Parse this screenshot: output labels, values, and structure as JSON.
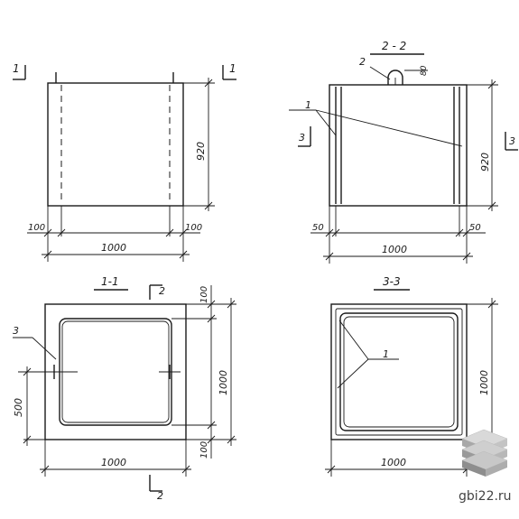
{
  "views": {
    "front": {
      "section_mark_left": "1",
      "section_mark_right": "1",
      "dim_height": "920",
      "dim_left_offset": "100",
      "dim_right_offset": "100",
      "dim_width": "1000"
    },
    "section_2_2": {
      "title": "2 - 2",
      "callout_2": "2",
      "dim_hook": "80",
      "callout_1": "1",
      "section_mark_left": "3",
      "section_mark_right": "3",
      "dim_height": "920",
      "dim_left_offset": "50",
      "dim_right_offset": "50",
      "dim_width": "1000"
    },
    "section_1_1": {
      "title": "1-1",
      "section_mark_top": "2",
      "section_mark_bottom": "2",
      "callout_3": "3",
      "dim_top_wall": "100",
      "dim_height": "1000",
      "dim_bottom_wall": "100",
      "dim_left_height": "500",
      "dim_width": "1000"
    },
    "section_3_3": {
      "title": "3-3",
      "callout_1": "1",
      "dim_height": "1000",
      "dim_width": "1000"
    }
  },
  "watermark": "gbi22.ru"
}
